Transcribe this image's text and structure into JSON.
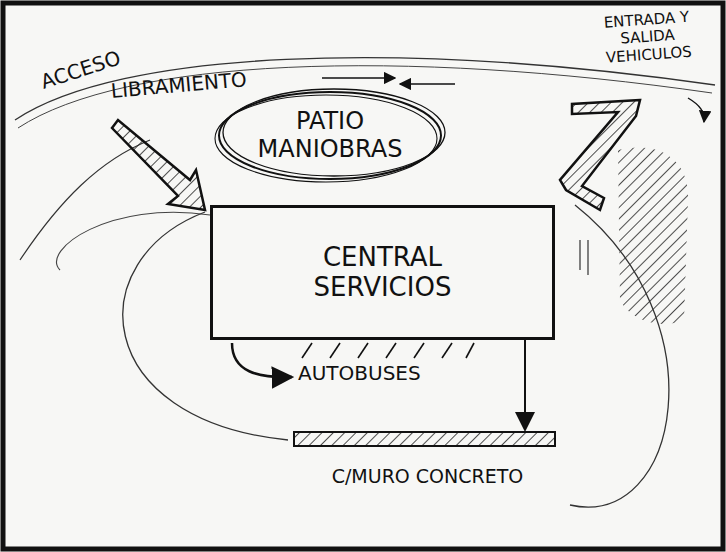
{
  "diagram": {
    "nodes": [
      {
        "text": [
          "PATIO MANIOBRAS"
        ]
      },
      {
        "text": [
          "CENTRAL SERVICIOS"
        ]
      },
      {
        "text": [
          "C/MURO CONCRETO"
        ]
      }
    ],
    "edges": [
      {
        "from": 1,
        "to": 2,
        "arrow": "to"
      }
    ],
    "labels": [
      "ACCESO",
      "LIBRAMIENTO",
      "ENTRADA Y SALIDA VEHICULOS",
      "AUTOBUSES"
    ]
  }
}
